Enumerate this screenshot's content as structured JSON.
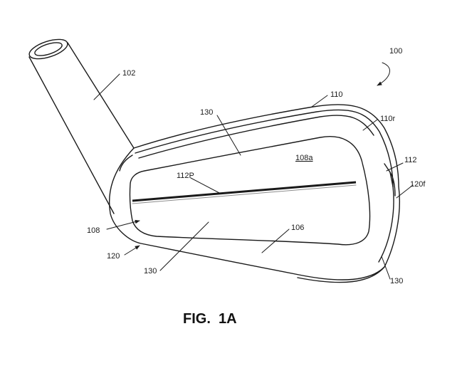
{
  "labels": {
    "l100": "100",
    "l102": "102",
    "l110": "110",
    "l110r": "110r",
    "l130_top": "130",
    "l108a": "108a",
    "l112": "112",
    "l112p": "112P",
    "l120f": "120f",
    "l108": "108",
    "l106": "106",
    "l120": "120",
    "l130_bottom": "130",
    "l130_right": "130"
  },
  "caption": "FIG.  1A"
}
